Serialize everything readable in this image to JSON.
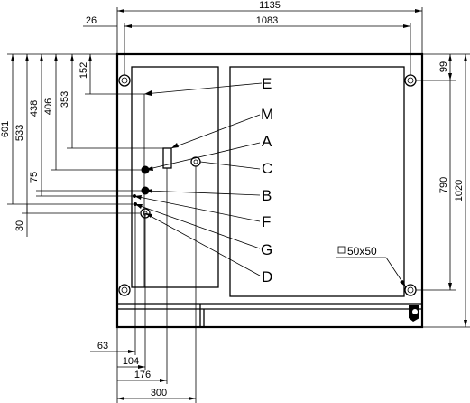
{
  "dimensions": {
    "top_overall": "1135",
    "top_inner": "1083",
    "top_left_offset": "26",
    "left_601": "601",
    "left_533": "533",
    "left_438": "438",
    "left_406": "406",
    "left_353": "353",
    "left_152": "152",
    "left_75": "75",
    "left_30": "30",
    "right_99": "99",
    "right_790": "790",
    "right_1020": "1020",
    "bottom_63": "63",
    "bottom_104": "104",
    "bottom_176": "176",
    "bottom_300": "300"
  },
  "callouts": {
    "E": "E",
    "M": "M",
    "A": "A",
    "C": "C",
    "B": "B",
    "F": "F",
    "G": "G",
    "D": "D"
  },
  "notes": {
    "square_tube": "50x50"
  }
}
